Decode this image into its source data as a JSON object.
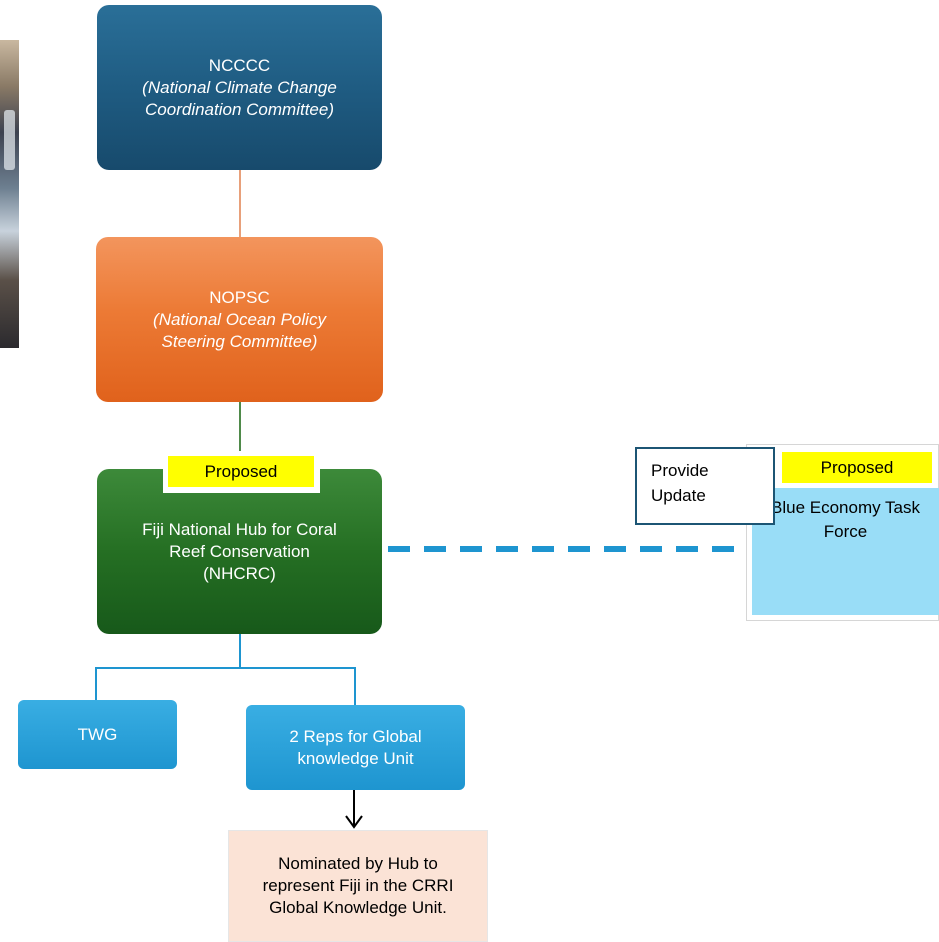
{
  "nccc": {
    "acronym": "NCCCC",
    "full_name_line1": "(National Climate Change",
    "full_name_line2": "Coordination Committee)"
  },
  "nopsc": {
    "acronym": "NOPSC",
    "full_name_line1": "(National Ocean Policy",
    "full_name_line2": "Steering Committee)"
  },
  "hub": {
    "tag": "Proposed",
    "line1": "Fiji National Hub for Coral",
    "line2": "Reef Conservation",
    "line3": "(NHCRC)"
  },
  "twg": {
    "label": "TWG"
  },
  "reps": {
    "line1": "2 Reps for Global",
    "line2": "knowledge Unit"
  },
  "nominated": {
    "line1": "Nominated by Hub to",
    "line2": "represent Fiji in the CRRI",
    "line3": "Global Knowledge Unit."
  },
  "update": {
    "line1": "Provide",
    "line2": "Update"
  },
  "task_force": {
    "tag": "Proposed",
    "line1": "Blue Economy Task",
    "line2": "Force"
  },
  "colors": {
    "nccc": "#1e5a80",
    "nopsc": "#ec7a35",
    "hub": "#256f23",
    "sub_units": "#1e95d0",
    "tag": "#ffff00",
    "dashed_link": "#1e95d0",
    "nominated": "#fbe3d6",
    "task_force": "#99ddf7"
  }
}
